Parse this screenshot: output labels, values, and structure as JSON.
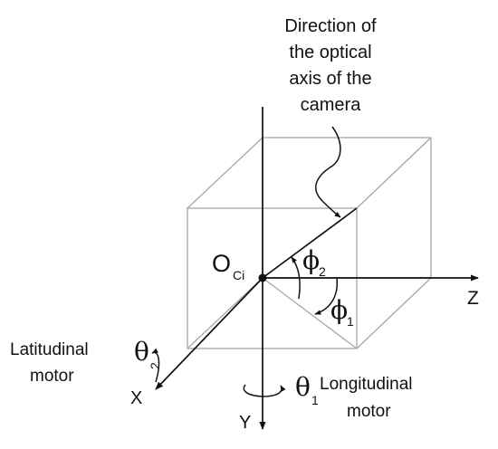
{
  "labels": {
    "direction_line1": "Direction of",
    "direction_line2": "the optical",
    "direction_line3": "axis of the",
    "direction_line4": "camera",
    "origin_main": "O",
    "origin_sub": "Ci",
    "axis_x": "X",
    "axis_y": "Y",
    "axis_z": "Z",
    "phi": "ϕ",
    "phi2_sub": "2",
    "phi1_sub": "1",
    "theta": "θ",
    "theta2_sub": "2",
    "theta1_sub": "1",
    "latitudinal_line1": "Latitudinal",
    "latitudinal_line2": "motor",
    "longitudinal_line1": "Longitudinal",
    "longitudinal_line2": "motor"
  },
  "colors": {
    "cube_edges": "#a6a6a6",
    "axes": "#111111",
    "text": "#111111"
  }
}
